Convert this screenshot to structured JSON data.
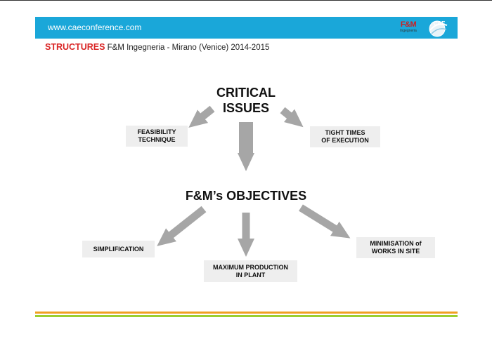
{
  "header": {
    "url": "www.caeconference.com",
    "logo_fm_text": "F&M",
    "logo_fm_sub": "Ingegneria",
    "logo_cae_text": "CAE"
  },
  "subtitle": {
    "keyword": "STRUCTURES",
    "text": "F&M Ingegneria - Mirano (Venice) 2014-2015"
  },
  "diagram": {
    "critical_line1": "CRITICAL",
    "critical_line2": "ISSUES",
    "feasibility_line1": "FEASIBILITY",
    "feasibility_line2": "TECHNIQUE",
    "tight_line1": "TIGHT TIMES",
    "tight_line2": "OF EXECUTION",
    "objectives": "F&M’s OBJECTIVES",
    "simplification": "SIMPLIFICATION",
    "production_line1": "MAXIMUM PRODUCTION",
    "production_line2": "IN PLANT",
    "minimisation_line1": "MINIMISATION of",
    "minimisation_line2": "WORKS IN SITE"
  },
  "colors": {
    "header_blue": "#1aa7d9",
    "arrow_gray": "#a6a6a6",
    "accent_red": "#d92424",
    "footer_orange": "#f0a020",
    "footer_green": "#9ccf2e"
  }
}
